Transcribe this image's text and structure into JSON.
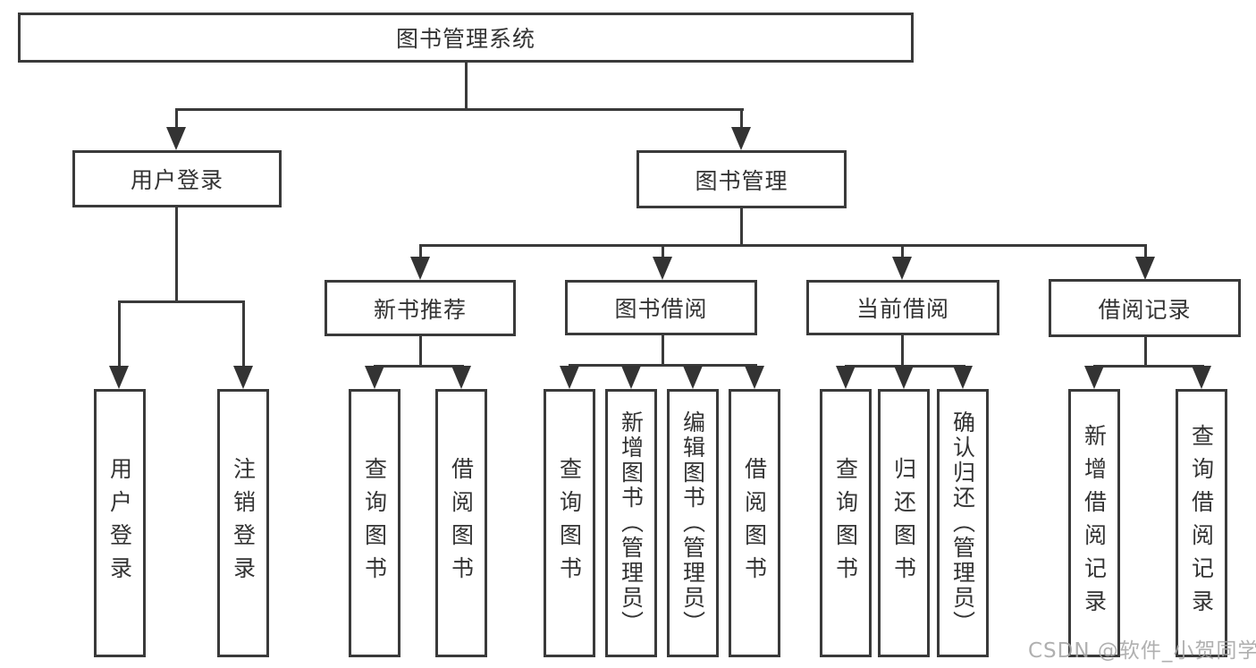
{
  "diagram": {
    "title": "图书管理系统",
    "type": "hierarchy-tree",
    "colors": {
      "line": "#3a3a3a",
      "border": "#3a3a3a",
      "text": "#333333",
      "box_fill": "#ffffff",
      "background": "#ffffff",
      "watermark": "#a5a5a5"
    },
    "nodes": {
      "root": {
        "label": "图书管理系统"
      },
      "login": {
        "label": "用户登录"
      },
      "manage": {
        "label": "图书管理"
      },
      "newbook": {
        "label": "新书推荐"
      },
      "borrow": {
        "label": "图书借阅"
      },
      "current": {
        "label": "当前借阅"
      },
      "records": {
        "label": "借阅记录"
      },
      "login_user": {
        "label": "用户登录"
      },
      "login_logout": {
        "label": "注销登录"
      },
      "newbook_query": {
        "label": "查询图书"
      },
      "newbook_borrow": {
        "label": "借阅图书"
      },
      "borrow_query": {
        "label": "查询图书"
      },
      "borrow_add": {
        "label": "新增图书（管理员）"
      },
      "borrow_edit": {
        "label": "编辑图书（管理员）"
      },
      "borrow_borrow": {
        "label": "借阅图书"
      },
      "current_query": {
        "label": "查询图书"
      },
      "current_return": {
        "label": "归还图书"
      },
      "current_confirm": {
        "label": "确认归还（管理员）"
      },
      "records_add": {
        "label": "新增借阅记录"
      },
      "records_query": {
        "label": "查询借阅记录"
      }
    },
    "tree": {
      "图书管理系统": {
        "用户登录": [
          "用户登录",
          "注销登录"
        ],
        "图书管理": {
          "新书推荐": [
            "查询图书",
            "借阅图书"
          ],
          "图书借阅": [
            "查询图书",
            "新增图书（管理员）",
            "编辑图书（管理员）",
            "借阅图书"
          ],
          "当前借阅": [
            "查询图书",
            "归还图书",
            "确认归还（管理员）"
          ],
          "借阅记录": [
            "新增借阅记录",
            "查询借阅记录"
          ]
        }
      }
    },
    "watermark": "CSDN @软件_小贺同学"
  }
}
